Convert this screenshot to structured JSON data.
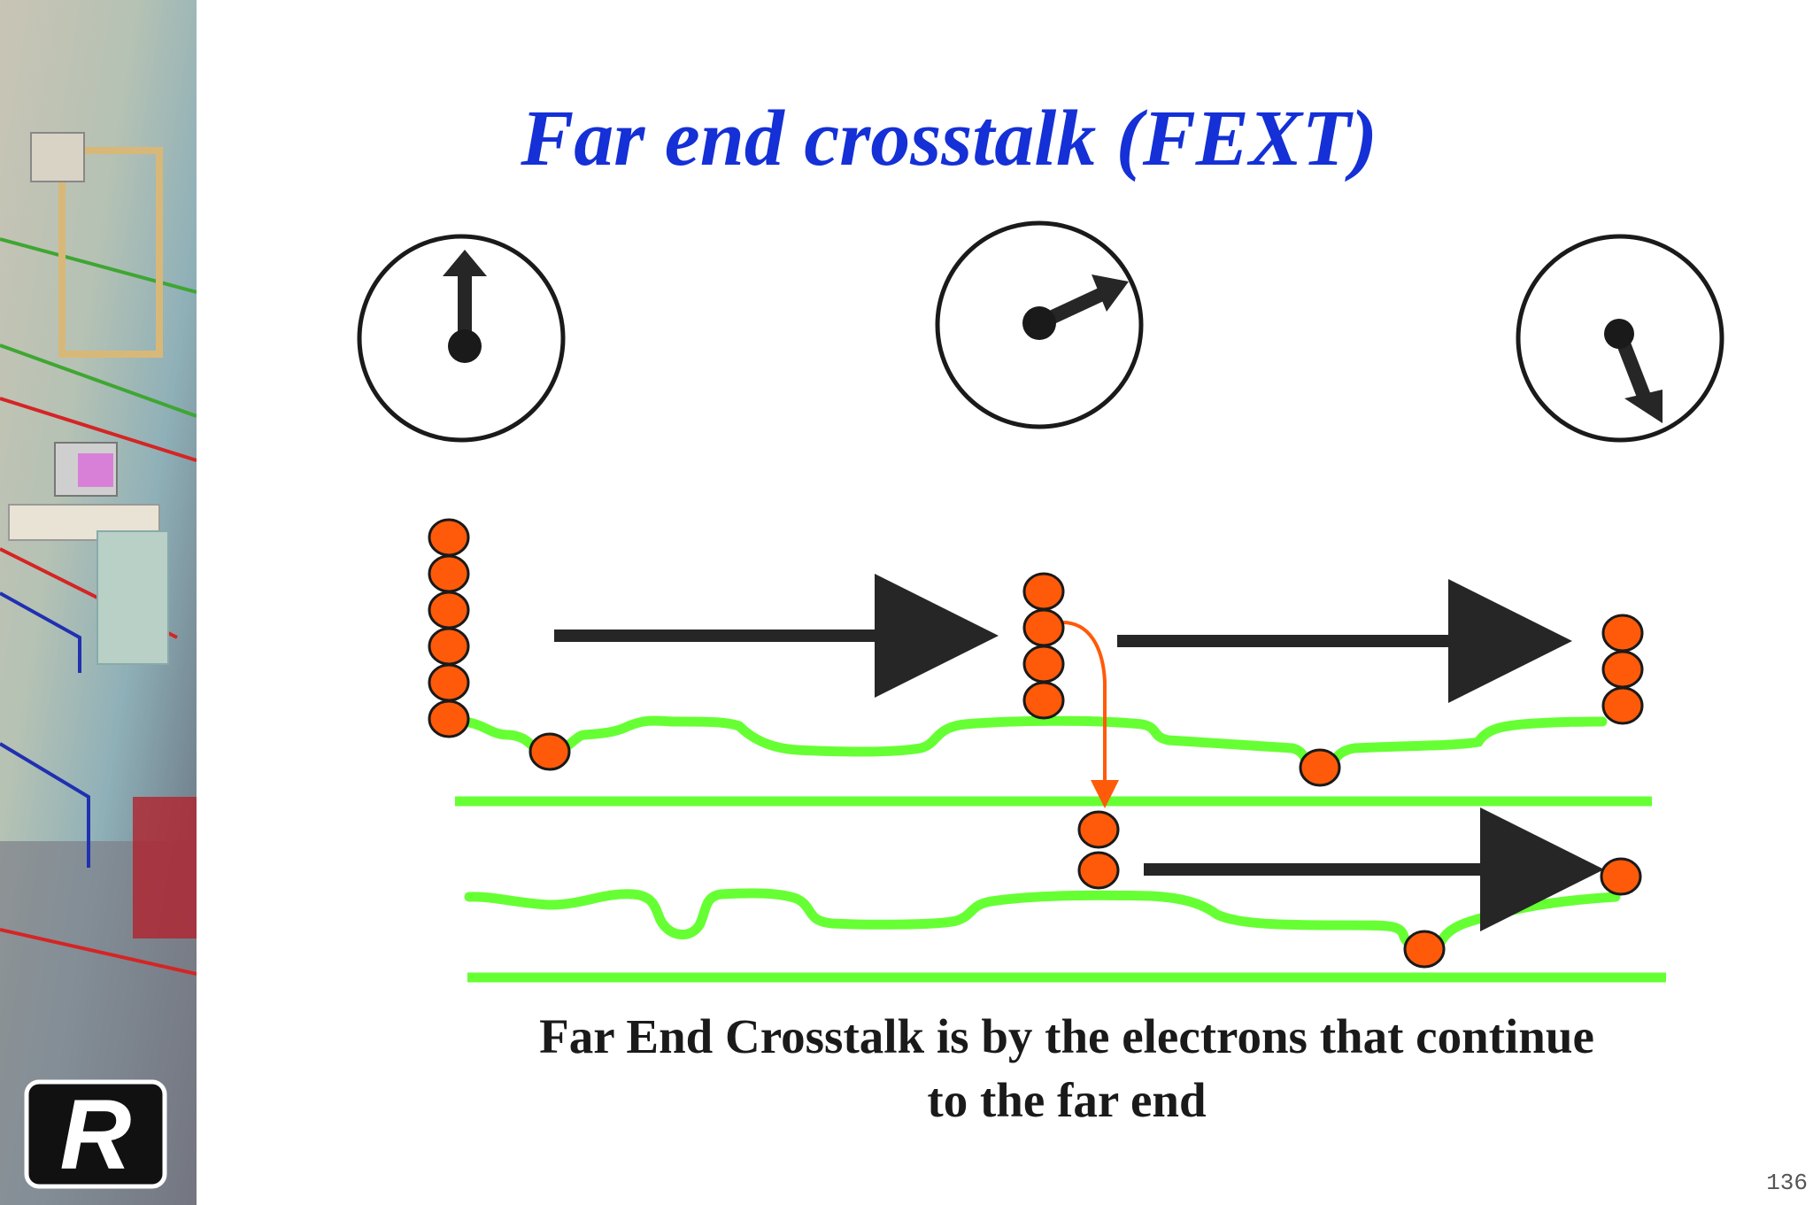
{
  "slide": {
    "title": "Far end crosstalk (FEXT)",
    "caption_line1": "Far End Crosstalk is by the electrons that continue",
    "caption_line2": "to the far end",
    "page_number": "136",
    "logo_letter": "R"
  },
  "colors": {
    "title": "#1430d6",
    "electron": "#ff5a0a",
    "trace": "#66ff33",
    "arrow": "#262626",
    "coupling_arrow": "#ff5a0a"
  },
  "icons": [
    "clock-icon",
    "right-arrow-icon",
    "electron-icon",
    "logo-icon"
  ]
}
